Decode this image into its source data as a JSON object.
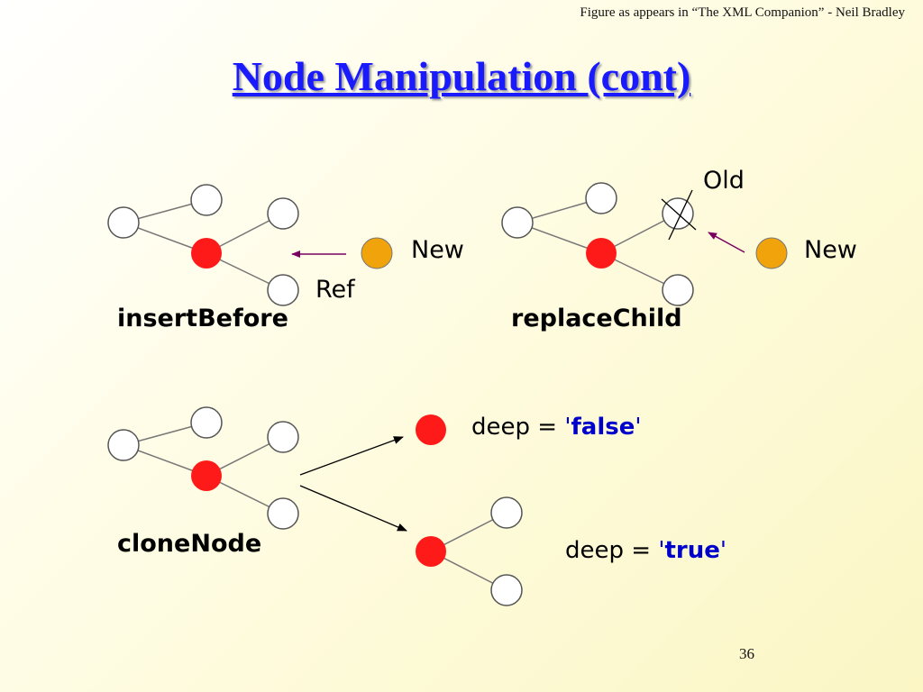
{
  "header": {
    "credit": "Figure as appears in  “The XML Companion” - Neil Bradley",
    "title": "Node Manipulation (cont)"
  },
  "diagrams": {
    "insert_before": {
      "caption": "insertBefore",
      "new_label": "New",
      "ref_label": "Ref"
    },
    "replace_child": {
      "caption": "replaceChild",
      "old_label": "Old",
      "new_label": "New"
    },
    "clone_node": {
      "caption": "cloneNode",
      "deep_false_prefix": "deep = ",
      "deep_false_quote_open": "'",
      "deep_false_value": "false",
      "deep_false_quote_close": "'",
      "deep_true_prefix": "deep = ",
      "deep_true_quote_open": "'",
      "deep_true_value": "true",
      "deep_true_quote_close": "'"
    }
  },
  "footer": {
    "page_number": "36"
  },
  "colors": {
    "title": "#1a1aff",
    "active_node": "#ff1a1a",
    "new_node": "#f0a30a",
    "pointer_arrow": "#7a0060",
    "edge": "#777777"
  }
}
